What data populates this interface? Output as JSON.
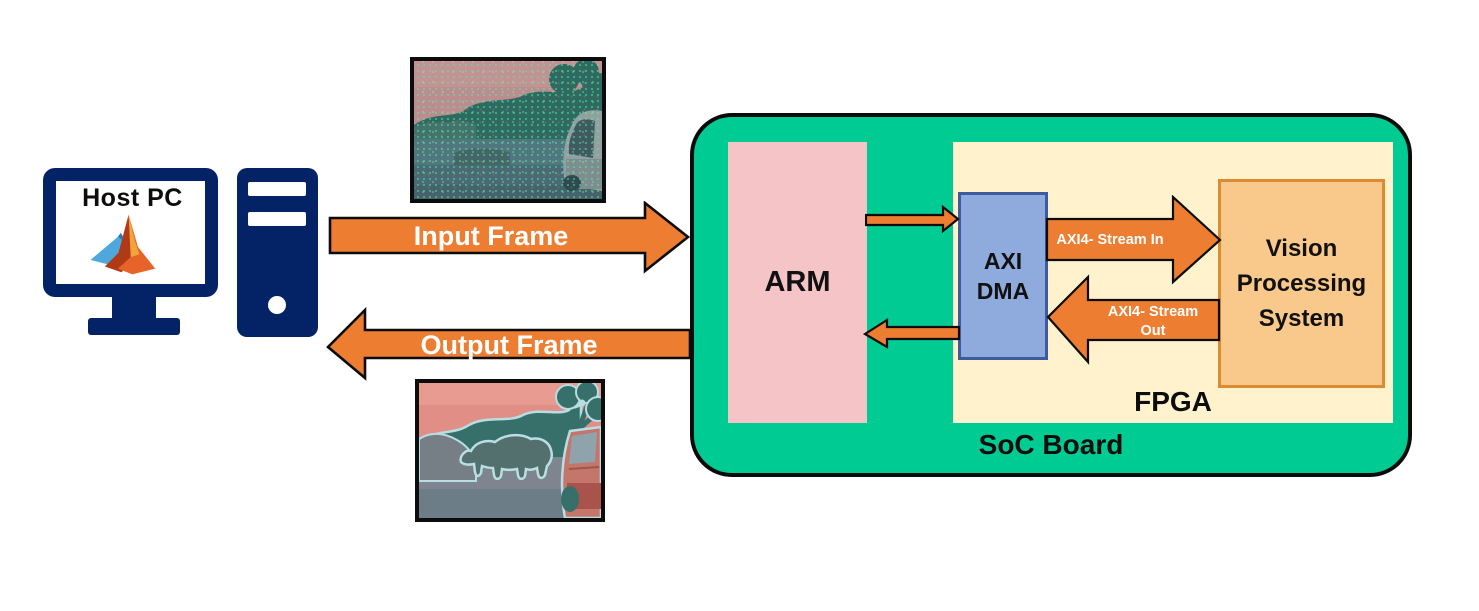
{
  "host": {
    "label": "Host PC"
  },
  "icons": {
    "computer": "desktop-computer-icon",
    "logo": "matlab-membrane-icon"
  },
  "flows": {
    "input_frame": "Input Frame",
    "output_frame": "Output Frame",
    "stream_in": "AXI4- Stream In",
    "stream_out_line1": "AXI4- Stream",
    "stream_out_line2": "Out"
  },
  "board": {
    "label": "SoC Board",
    "arm_label": "ARM",
    "fpga_label": "FPGA",
    "dma_line1": "AXI",
    "dma_line2": "DMA",
    "vps_line1": "Vision",
    "vps_line2": "Processing",
    "vps_line3": "System"
  },
  "colors": {
    "board_green": "#00CB92",
    "arm_pink": "#F5C4C7",
    "fpga_cream": "#FFF2CC",
    "dma_blue": "#8FAADC",
    "dma_border": "#3D5C9E",
    "vps_orange": "#F9C98B",
    "vps_border": "#DD8B33",
    "arrow_orange": "#ED7D31",
    "pc_navy": "#042366",
    "photo_border": "#0C0C0C"
  }
}
